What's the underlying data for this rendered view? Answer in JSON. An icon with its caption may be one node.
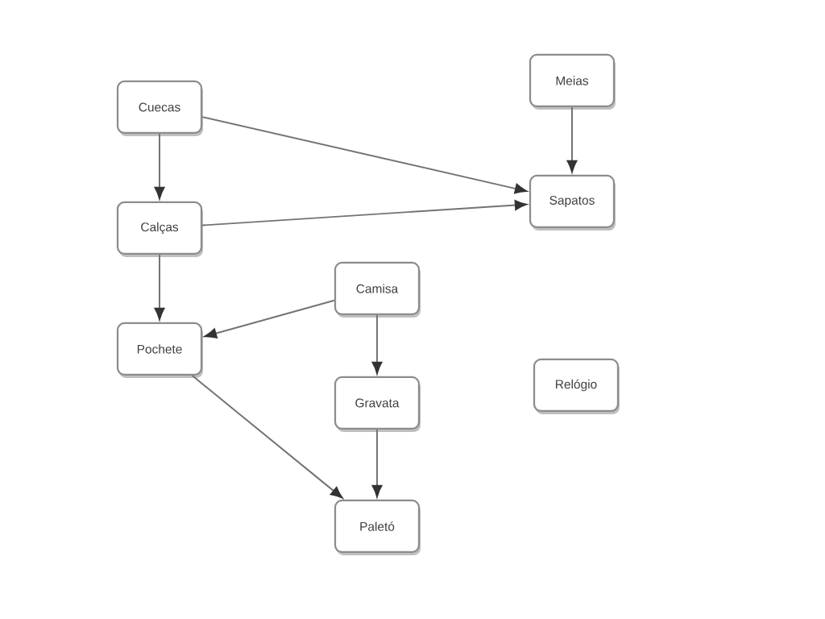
{
  "diagram": {
    "nodes": [
      {
        "text": [
          "Cuecas"
        ]
      },
      {
        "text": [
          "Meias"
        ]
      },
      {
        "text": [
          "Calças"
        ]
      },
      {
        "text": [
          "Sapatos"
        ]
      },
      {
        "text": [
          "Camisa"
        ]
      },
      {
        "text": [
          "Pochete"
        ]
      },
      {
        "text": [
          "Gravata"
        ]
      },
      {
        "text": [
          "Relógio"
        ]
      },
      {
        "text": [
          "Paletó"
        ]
      }
    ],
    "edges": [
      {
        "from": 0,
        "to": 2,
        "arrow": "to"
      },
      {
        "from": 0,
        "to": 3,
        "arrow": "to"
      },
      {
        "from": 1,
        "to": 3,
        "arrow": "to"
      },
      {
        "from": 2,
        "to": 3,
        "arrow": "to"
      },
      {
        "from": 2,
        "to": 5,
        "arrow": "to"
      },
      {
        "from": 4,
        "to": 5,
        "arrow": "to"
      },
      {
        "from": 4,
        "to": 6,
        "arrow": "to"
      },
      {
        "from": 5,
        "to": 8,
        "arrow": "to"
      },
      {
        "from": 6,
        "to": 8,
        "arrow": "to"
      }
    ]
  }
}
